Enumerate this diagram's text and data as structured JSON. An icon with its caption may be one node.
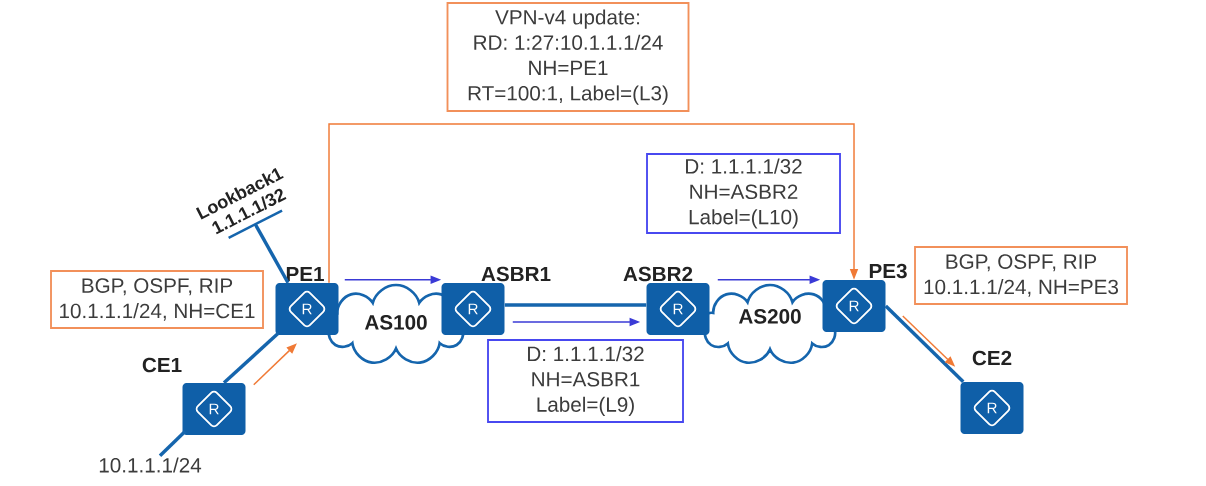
{
  "diagram": {
    "nodes": [
      {
        "text": [
          "VPN-v4 update:",
          "RD: 1:27:10.1.1.1/24",
          "NH=PE1",
          "RT=100:1, Label=(L3)"
        ]
      },
      {
        "text": [
          "D: 1.1.1.1/32",
          "NH=ASBR2",
          "Label=(L10)"
        ]
      },
      {
        "text": [
          "Lookback1",
          "1.1.1.1/32"
        ]
      },
      {
        "text": [
          "BGP, OSPF, RIP",
          "10.1.1.1/24, NH=CE1"
        ]
      },
      {
        "text": [
          "AS100"
        ]
      },
      {
        "text": [
          "R"
        ],
        "beside": [
          "PE1"
        ]
      },
      {
        "text": [
          "R"
        ],
        "beside": [
          "ASBR1"
        ]
      },
      {
        "text": [
          "R"
        ],
        "beside": [
          "ASBR2"
        ]
      },
      {
        "text": [
          "AS200"
        ]
      },
      {
        "text": [
          "R"
        ],
        "beside": [
          "PE3"
        ]
      },
      {
        "text": [
          "BGP, OSPF, RIP",
          "10.1.1.1/24, NH=PE3"
        ]
      },
      {
        "text": [
          "D: 1.1.1.1/32",
          "NH=ASBR1",
          "Label=(L9)"
        ]
      },
      {
        "text": [
          "R"
        ],
        "beside": [
          "CE1"
        ]
      },
      {
        "text": [
          "R"
        ],
        "beside": [
          "CE2"
        ]
      },
      {
        "text": [
          "10.1.1.1/24"
        ]
      }
    ],
    "edges": [
      {
        "from": 5,
        "to": 2,
        "arrow": "none",
        "style": "thick"
      },
      {
        "from": 12,
        "to": 5,
        "arrow": "none",
        "style": "thick"
      },
      {
        "from": 6,
        "to": 7,
        "arrow": "none",
        "style": "thick"
      },
      {
        "from": 9,
        "to": 13,
        "arrow": "none",
        "style": "thick"
      },
      {
        "from": 12,
        "to": 14,
        "arrow": "none",
        "style": "thick"
      },
      {
        "from": 12,
        "to": 5,
        "arrow": "to",
        "color": "#f07a36"
      },
      {
        "from": 5,
        "to": 6,
        "arrow": "to",
        "color": "#3a3ad6"
      },
      {
        "from": 6,
        "to": 7,
        "arrow": "to",
        "color": "#3a3ad6"
      },
      {
        "from": 7,
        "to": 9,
        "arrow": "to",
        "color": "#3a3ad6"
      },
      {
        "from": 5,
        "to": 9,
        "arrow": "to",
        "color": "#f07a36"
      },
      {
        "from": 9,
        "to": 13,
        "arrow": "to",
        "color": "#f07a36"
      }
    ]
  }
}
